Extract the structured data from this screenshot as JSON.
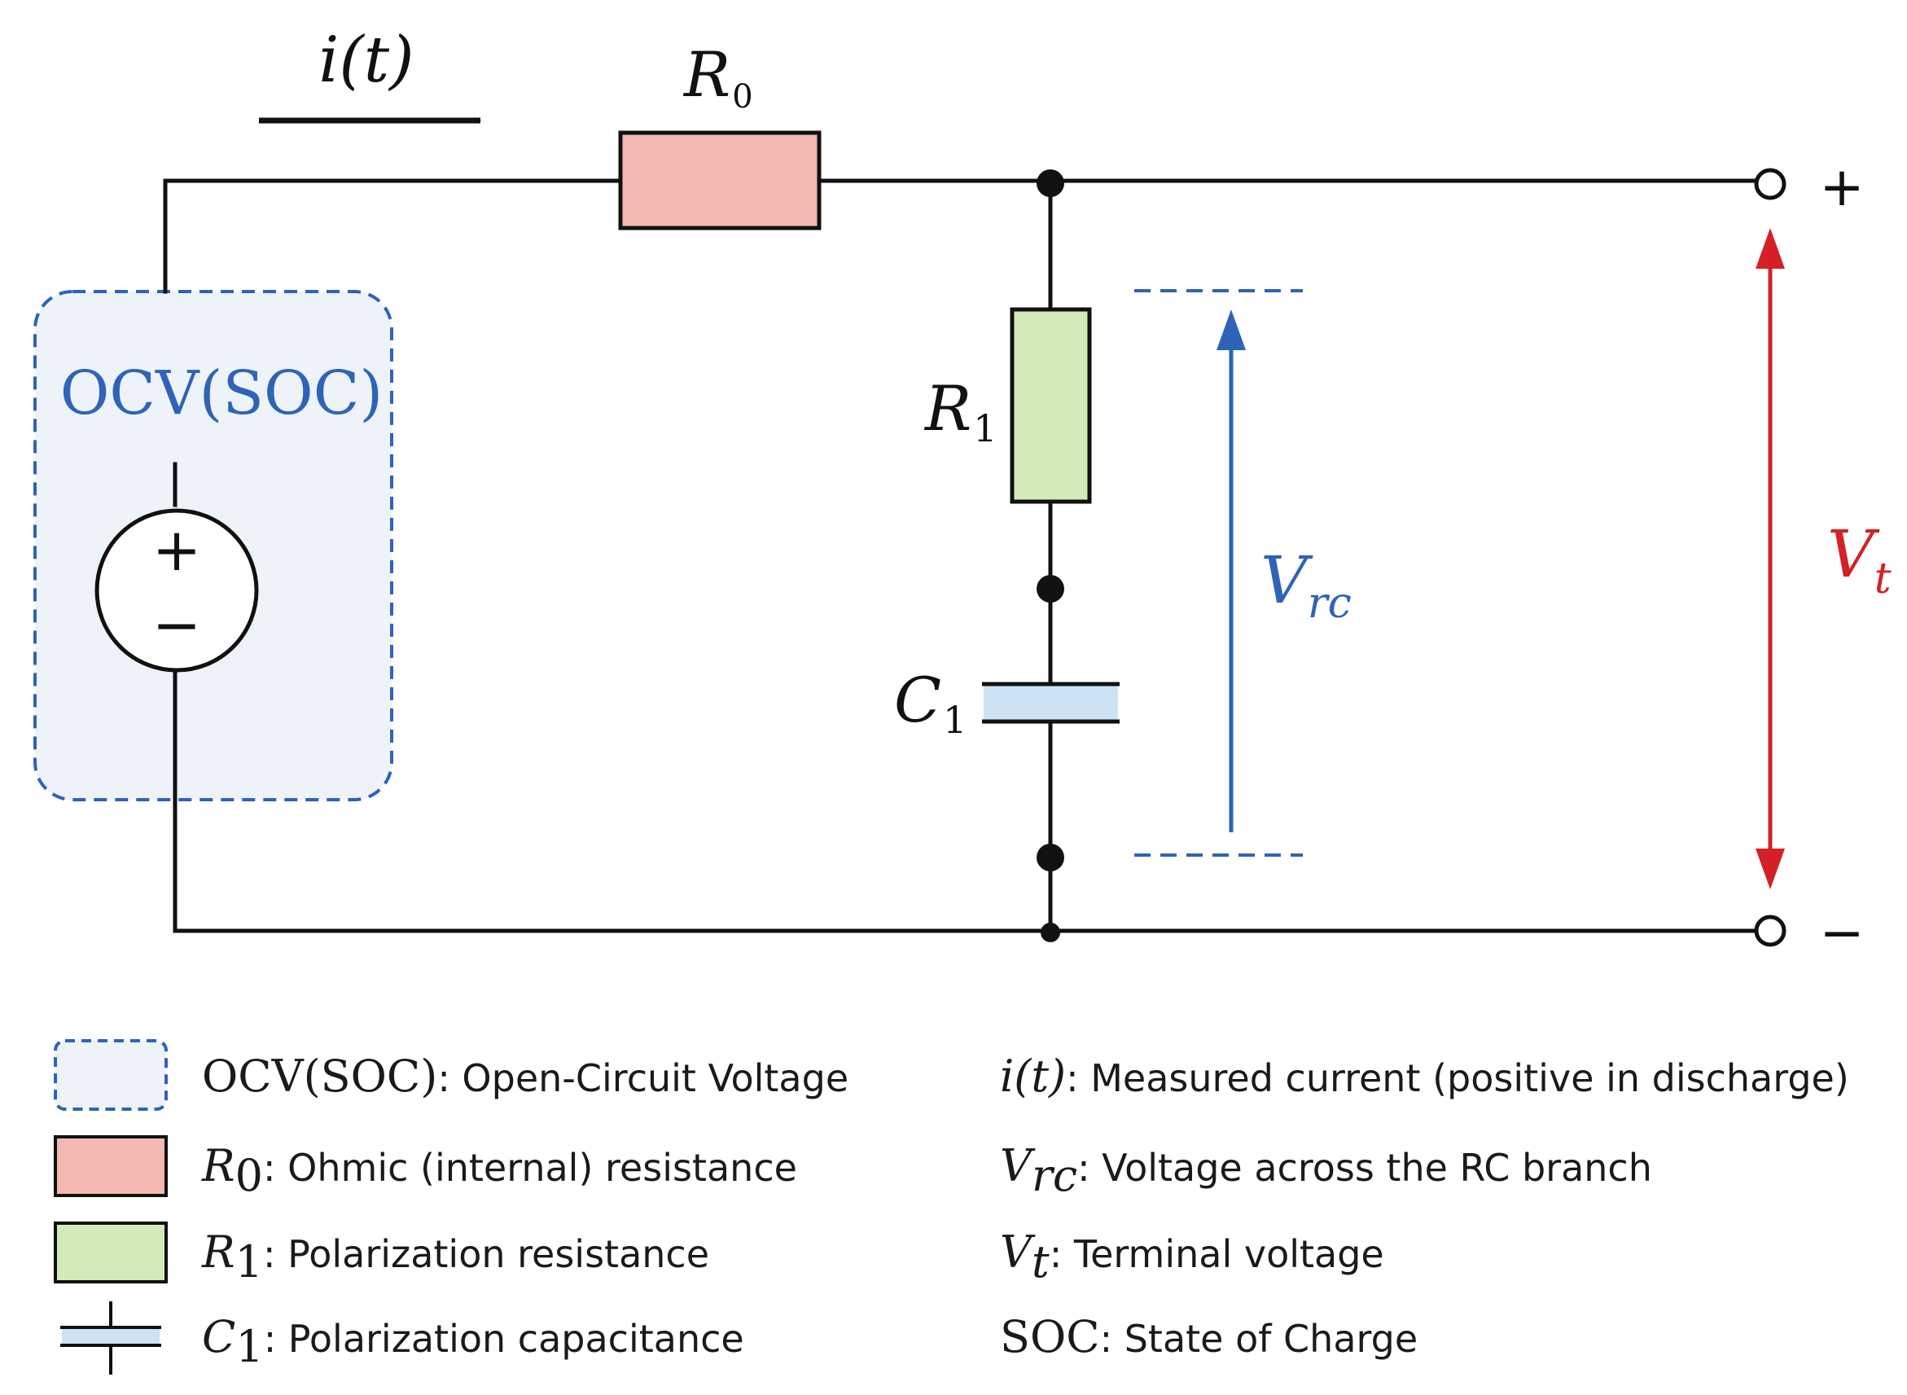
{
  "colors": {
    "wire": "#111111",
    "r0_fill": "#f3b8b2",
    "r1_fill": "#d3ebb8",
    "cap_fill": "#cde3f3",
    "ocv_box_fill": "#eef3f9",
    "ocv_box_stroke": "#2e63b8",
    "vrc_color": "#2e63b8",
    "vt_color": "#d42026"
  },
  "circuit": {
    "current_label": "i(t)",
    "r0": {
      "letter": "R",
      "sub": "0"
    },
    "r1": {
      "letter": "R",
      "sub": "1"
    },
    "c1": {
      "letter": "C",
      "sub": "1"
    },
    "ocv_label": "OCV(SOC)",
    "source_plus": "+",
    "source_minus": "−",
    "terminal_plus": "+",
    "terminal_minus": "−",
    "vrc": {
      "letter": "V",
      "sub": "rc"
    },
    "vt": {
      "letter": "V",
      "sub": "t"
    }
  },
  "legend": {
    "left": [
      {
        "icon": "ocv-box-icon",
        "sym": "OCV(SOC)",
        "sub": "",
        "desc": ":  Open-Circuit Voltage"
      },
      {
        "icon": "r0-resistor-icon",
        "sym": "R",
        "sub": "0",
        "desc": ":  Ohmic (internal) resistance"
      },
      {
        "icon": "r1-resistor-icon",
        "sym": "R",
        "sub": "1",
        "desc": ":  Polarization resistance"
      },
      {
        "icon": "capacitor-icon",
        "sym": "C",
        "sub": "1",
        "desc": ":  Polarization capacitance"
      }
    ],
    "right": [
      {
        "sym": "i(t)",
        "sub": "",
        "desc": ":  Measured current (positive in discharge)"
      },
      {
        "sym": "V",
        "sub": "rc",
        "desc": ":  Voltage across the RC branch"
      },
      {
        "sym": "V",
        "sub": "t",
        "desc": ":    Terminal voltage"
      },
      {
        "sym": "SOC",
        "sub": "",
        "desc": ":  State of Charge"
      }
    ]
  }
}
